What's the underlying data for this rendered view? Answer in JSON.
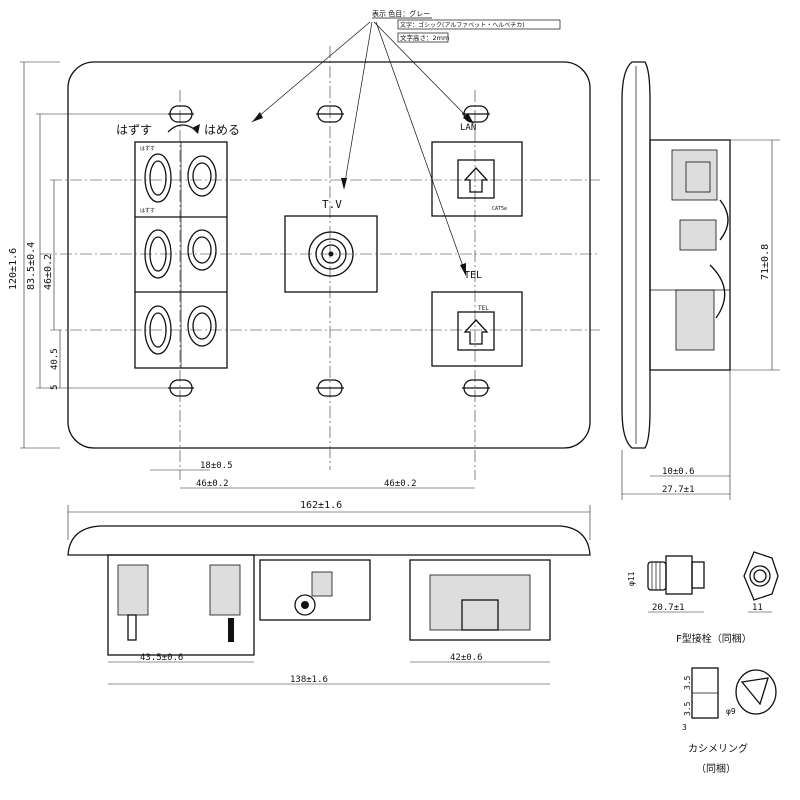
{
  "notes": {
    "line1": "表示 色目：グレー",
    "line2": "文字：ゴシック(アルファベット・ヘルベチカ)",
    "line3": "文字高さ：2mm"
  },
  "labels": {
    "detach": "はずす",
    "attach": "はめる",
    "tv": "T.V",
    "lan": "LAN",
    "tel": "TEL",
    "tel_small": "TEL",
    "cat": "CAT5e",
    "remove_small": "はずす",
    "insert_small": "はずす"
  },
  "dimensions": {
    "height_total": "120±1.6",
    "h_83": "83.5±0.4",
    "h_46": "46±0.2",
    "h_40": "40.5",
    "h_small": "5",
    "w_18": "18±0.5",
    "w_46a": "46±0.2",
    "w_46b": "46±0.2",
    "side_height": "71±0.8",
    "side_10": "10±0.6",
    "side_27": "27.7±1",
    "width_total": "162±1.6",
    "bottom_43": "43.5±0.6",
    "bottom_42": "42±0.6",
    "bottom_138": "138±1.6",
    "fplug_len": "20.7±1",
    "fplug_dia": "φ11",
    "fplug_hex": "11",
    "ring_h1": "3.5",
    "ring_h2": "3.5",
    "ring_w": "3",
    "ring_dia": "φ9"
  },
  "captions": {
    "fplug": "F型接栓（同梱）",
    "ring": "カシメリング",
    "ring_sub": "（同梱）"
  }
}
